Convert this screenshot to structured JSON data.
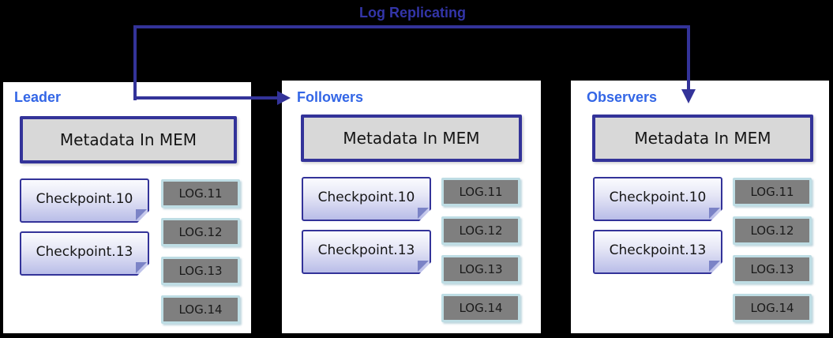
{
  "diagram": {
    "arrow_label": "Log Replicating"
  },
  "panels": [
    {
      "label": "Leader",
      "metadata": "Metadata In MEM",
      "checkpoints": [
        "Checkpoint.10",
        "Checkpoint.13"
      ],
      "logs": [
        "LOG.11",
        "LOG.12",
        "LOG.13",
        "LOG.14"
      ]
    },
    {
      "label": "Followers",
      "metadata": "Metadata In MEM",
      "checkpoints": [
        "Checkpoint.10",
        "Checkpoint.13"
      ],
      "logs": [
        "LOG.11",
        "LOG.12",
        "LOG.13",
        "LOG.14"
      ]
    },
    {
      "label": "Observers",
      "metadata": "Metadata In MEM",
      "checkpoints": [
        "Checkpoint.10",
        "Checkpoint.13"
      ],
      "logs": [
        "LOG.11",
        "LOG.12",
        "LOG.13",
        "LOG.14"
      ]
    }
  ],
  "colors": {
    "background": "#000000",
    "panel_background": "#ffffff",
    "panel_label": "#3366e6",
    "arrow": "#333399",
    "arrow_label_color": "#3335a8",
    "box_border": "#333399",
    "metadata_fill": "#d8d8d8",
    "checkpoint_fill_top": "#fbfbfe",
    "checkpoint_fill_bottom": "#b9bde8",
    "checkpoint_fold": "#7b83c6",
    "log_fill": "#7f7f7f",
    "log_border": "#bedde4",
    "text": "#151515"
  }
}
